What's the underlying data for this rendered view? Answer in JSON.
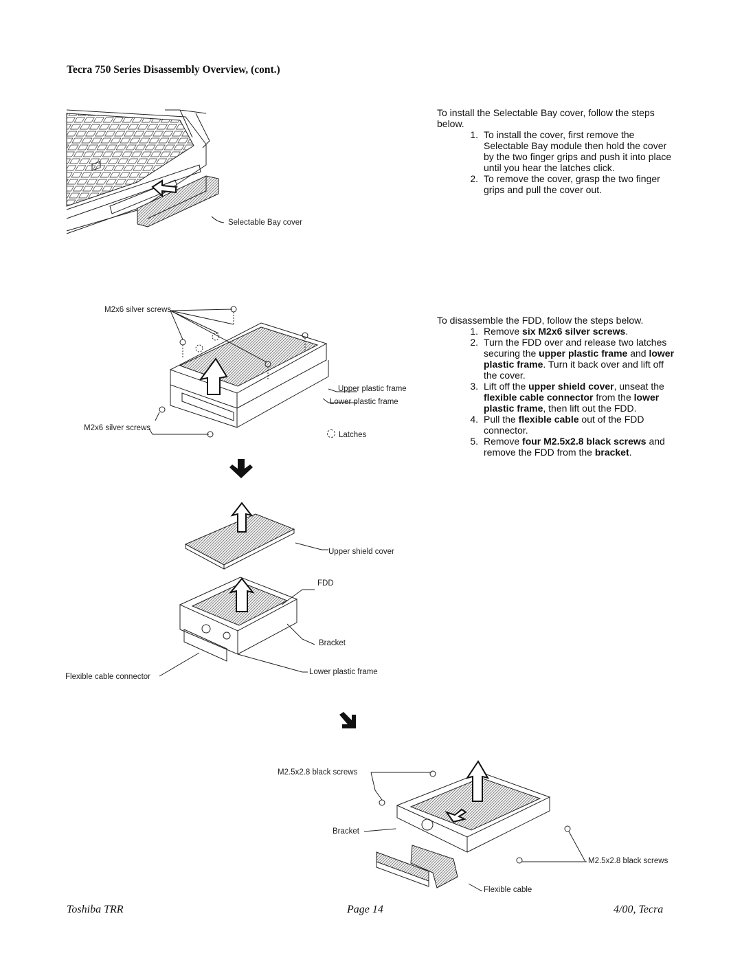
{
  "header": {
    "title": "Tecra 750 Series Disassembly Overview, (cont.)"
  },
  "section1": {
    "intro": "To install the Selectable Bay cover, follow the steps below.",
    "steps": [
      {
        "num": "1.",
        "text": "To install the cover, first remove the Selectable Bay module then hold the cover by the two finger grips and push it into place until you hear the latches click."
      },
      {
        "num": "2.",
        "text": "To remove the cover, grasp the two finger grips and pull the cover out."
      }
    ]
  },
  "section2": {
    "intro": "To disassemble the FDD, follow the steps below.",
    "steps": [
      {
        "num": "1.",
        "parts": [
          "Remove ",
          "six M2x6 silver screws",
          "."
        ]
      },
      {
        "num": "2.",
        "parts": [
          "Turn the FDD over and release two latches securing the ",
          "upper plastic frame",
          " and ",
          "lower plastic frame",
          ". Turn it back over and lift off the cover."
        ]
      },
      {
        "num": "3.",
        "parts": [
          "Lift off the ",
          "upper shield cover",
          ", unseat the ",
          "flexible cable connector",
          " from the ",
          "lower plastic frame",
          ", then lift out the FDD."
        ]
      },
      {
        "num": "4.",
        "parts": [
          "Pull the ",
          "flexible cable",
          " out of the FDD connector."
        ]
      },
      {
        "num": "5.",
        "parts": [
          "Remove ",
          "four M2.5x2.8 black screws",
          " and remove the FDD from the ",
          "bracket",
          "."
        ]
      }
    ]
  },
  "figure_labels": {
    "selectable_bay_cover": "Selectable Bay cover",
    "m2x6_screws_top": "M2x6 silver screws",
    "upper_plastic_frame": "Upper plastic frame",
    "lower_plastic_frame_1": "Lower plastic frame",
    "m2x6_screws_bottom": "M2x6 silver screws",
    "latches": "Latches",
    "upper_shield_cover": "Upper shield cover",
    "fdd": "FDD",
    "bracket_1": "Bracket",
    "flexible_cable_connector": "Flexible cable connector",
    "lower_plastic_frame_2": "Lower plastic frame",
    "m25_screws_top": "M2.5x2.8 black screws",
    "bracket_2": "Bracket",
    "m25_screws_right": "M2.5x2.8 black screws",
    "flexible_cable": "Flexible cable"
  },
  "footer": {
    "left": "Toshiba TRR",
    "center": "Page 14",
    "right": "4/00, Tecra"
  }
}
